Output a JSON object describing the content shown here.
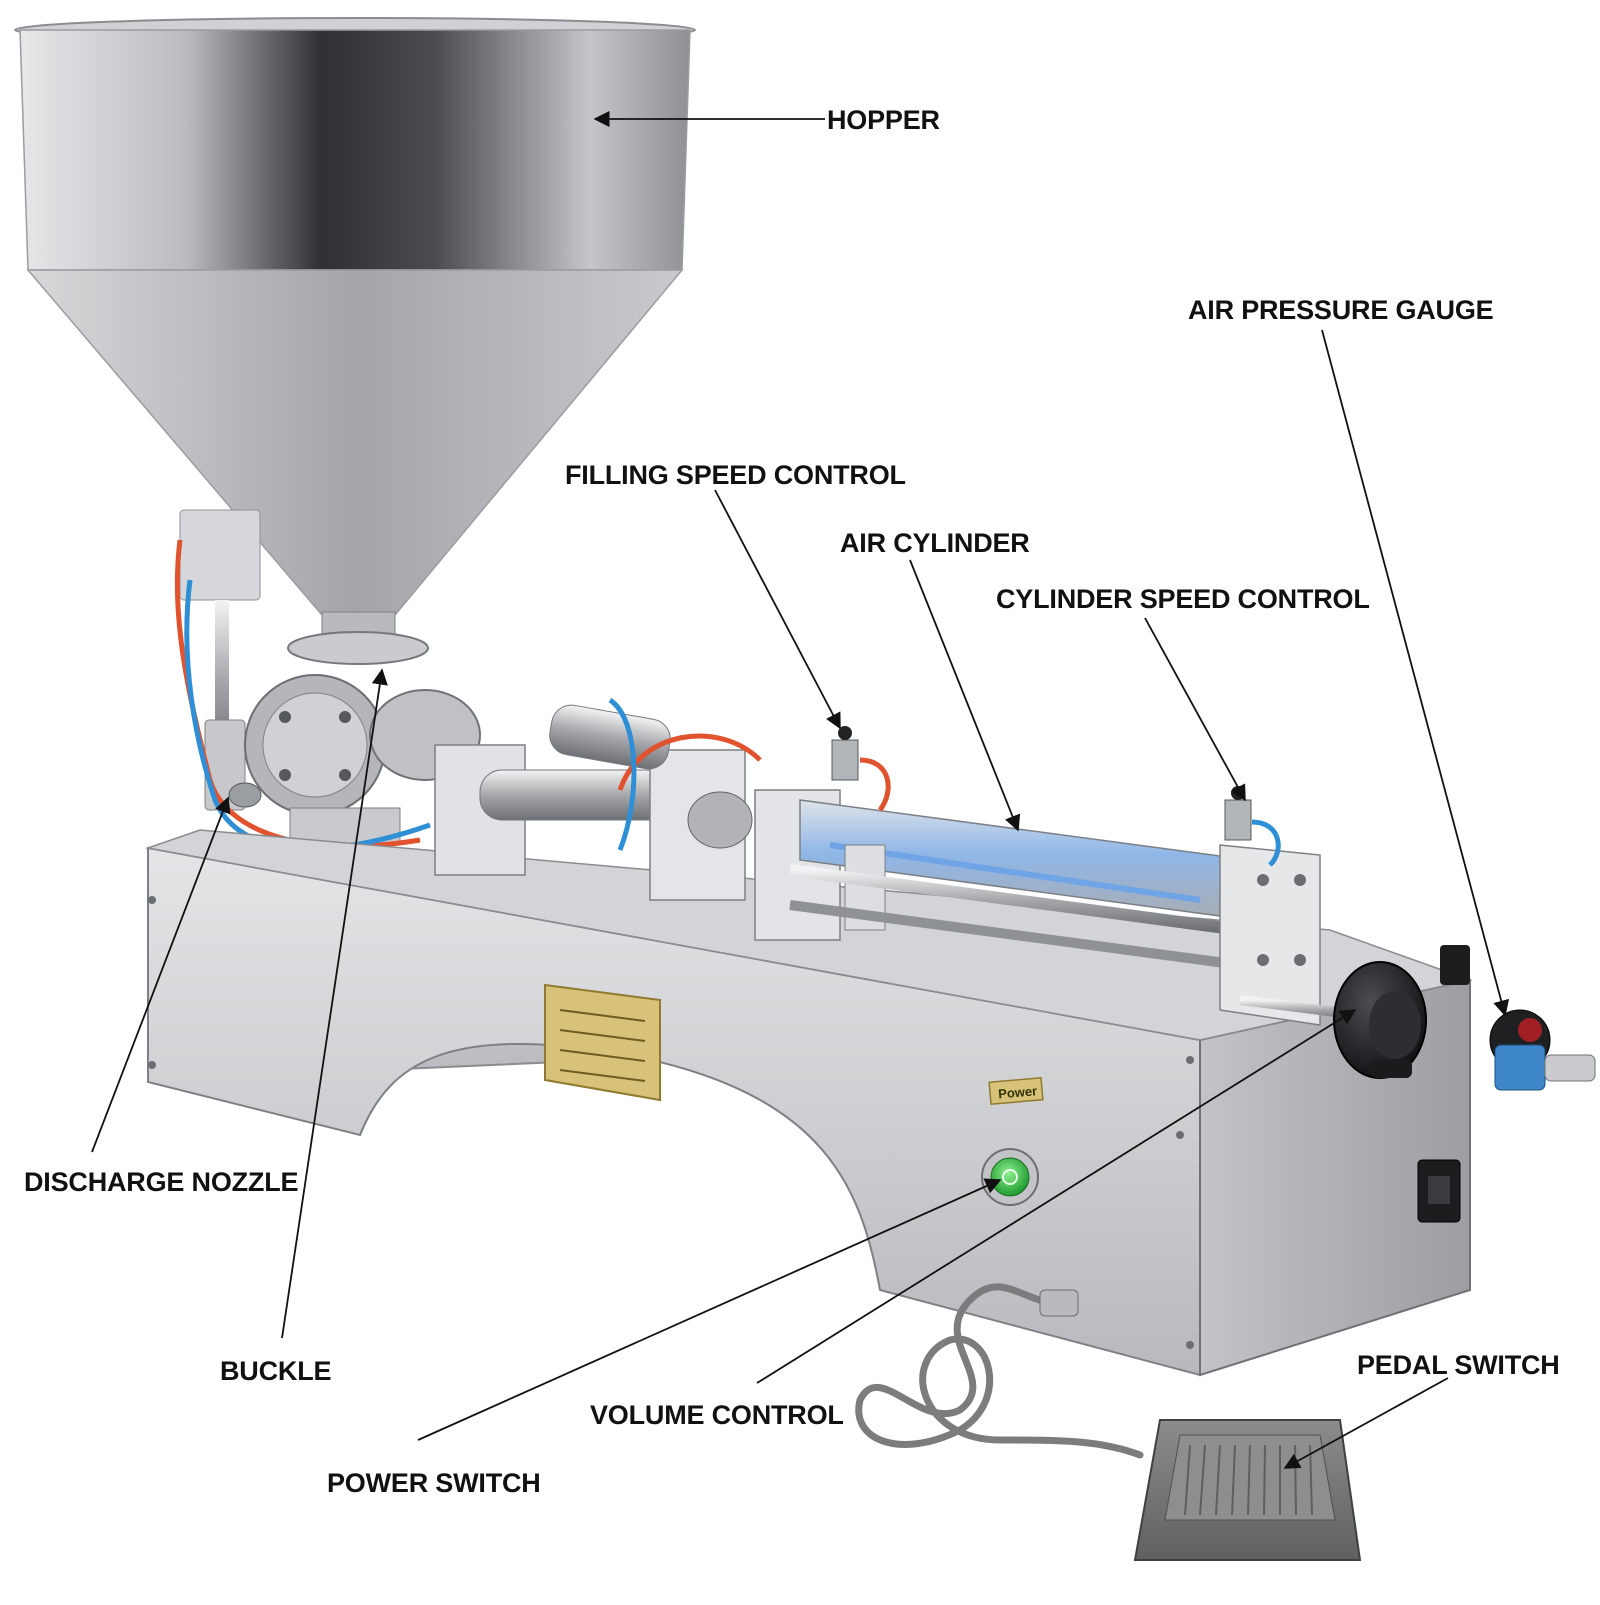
{
  "callouts": {
    "hopper": "HOPPER",
    "air_pressure_gauge": "AIR PRESSURE GAUGE",
    "filling_speed_control": "FILLING SPEED CONTROL",
    "air_cylinder": "AIR CYLINDER",
    "cylinder_speed_control": "CYLINDER SPEED CONTROL",
    "discharge_nozzle": "DISCHARGE NOZZLE",
    "buckle": "BUCKLE",
    "volume_control": "VOLUME CONTROL",
    "pedal_switch": "PEDAL SWITCH",
    "power_switch": "POWER SWITCH"
  },
  "machine": {
    "power_plate": "Power"
  },
  "colors": {
    "steel_light": "#d9dadc",
    "steel_mid": "#a9abae",
    "steel_dark": "#5f6266",
    "tube_red": "#e0532e",
    "tube_blue": "#2f8fd6",
    "button_green": "#3bbf4a",
    "plate_gold": "#d8c27a",
    "pedal_gray": "#7a7c7e"
  }
}
